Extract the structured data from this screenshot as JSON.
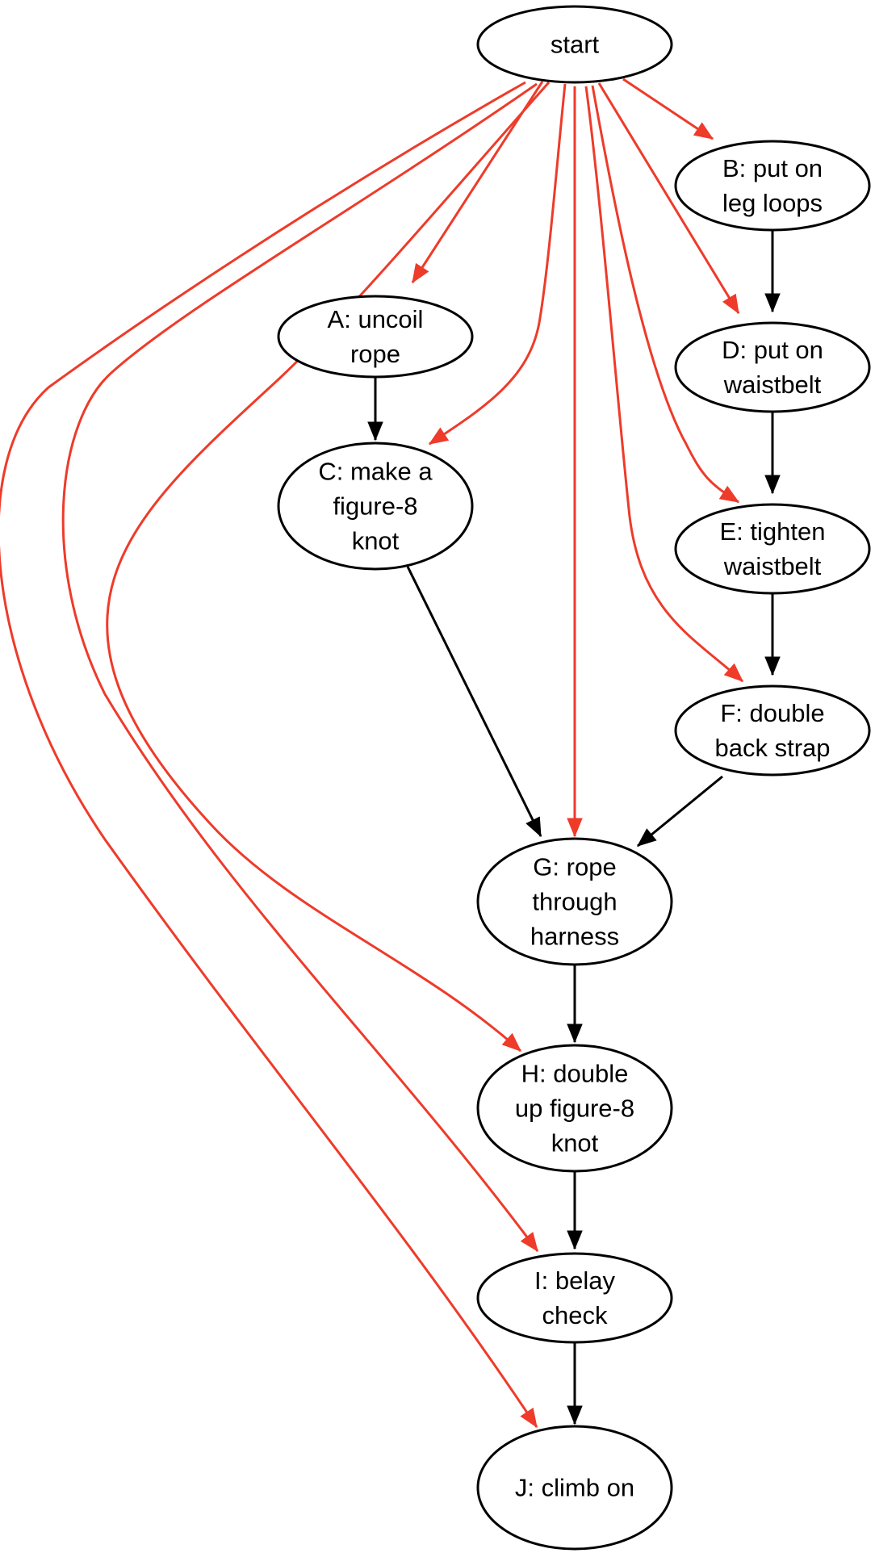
{
  "colors": {
    "start_edge": "#ee3b2a",
    "dependency_edge": "#000000",
    "node_fill": "#ffffff",
    "node_stroke": "#000000"
  },
  "nodes": {
    "start": {
      "lines": [
        "start"
      ]
    },
    "A": {
      "lines": [
        "A: uncoil",
        "rope"
      ]
    },
    "B": {
      "lines": [
        "B: put on",
        "leg loops"
      ]
    },
    "C": {
      "lines": [
        "C: make a",
        "figure-8",
        "knot"
      ]
    },
    "D": {
      "lines": [
        "D: put on",
        "waistbelt"
      ]
    },
    "E": {
      "lines": [
        "E: tighten",
        "waistbelt"
      ]
    },
    "F": {
      "lines": [
        "F: double",
        "back strap"
      ]
    },
    "G": {
      "lines": [
        "G: rope",
        "through",
        "harness"
      ]
    },
    "H": {
      "lines": [
        "H: double",
        "up figure-8",
        "knot"
      ]
    },
    "I": {
      "lines": [
        "I: belay",
        "check"
      ]
    },
    "J": {
      "lines": [
        "J: climb on"
      ]
    }
  },
  "edges": [
    {
      "from": "start",
      "to": "A",
      "kind": "start"
    },
    {
      "from": "start",
      "to": "B",
      "kind": "start"
    },
    {
      "from": "start",
      "to": "C",
      "kind": "start"
    },
    {
      "from": "start",
      "to": "D",
      "kind": "start"
    },
    {
      "from": "start",
      "to": "E",
      "kind": "start"
    },
    {
      "from": "start",
      "to": "F",
      "kind": "start"
    },
    {
      "from": "start",
      "to": "G",
      "kind": "start"
    },
    {
      "from": "start",
      "to": "H",
      "kind": "start"
    },
    {
      "from": "start",
      "to": "I",
      "kind": "start"
    },
    {
      "from": "start",
      "to": "J",
      "kind": "start"
    },
    {
      "from": "A",
      "to": "C",
      "kind": "dependency"
    },
    {
      "from": "B",
      "to": "D",
      "kind": "dependency"
    },
    {
      "from": "D",
      "to": "E",
      "kind": "dependency"
    },
    {
      "from": "E",
      "to": "F",
      "kind": "dependency"
    },
    {
      "from": "C",
      "to": "G",
      "kind": "dependency"
    },
    {
      "from": "F",
      "to": "G",
      "kind": "dependency"
    },
    {
      "from": "G",
      "to": "H",
      "kind": "dependency"
    },
    {
      "from": "H",
      "to": "I",
      "kind": "dependency"
    },
    {
      "from": "I",
      "to": "J",
      "kind": "dependency"
    }
  ]
}
